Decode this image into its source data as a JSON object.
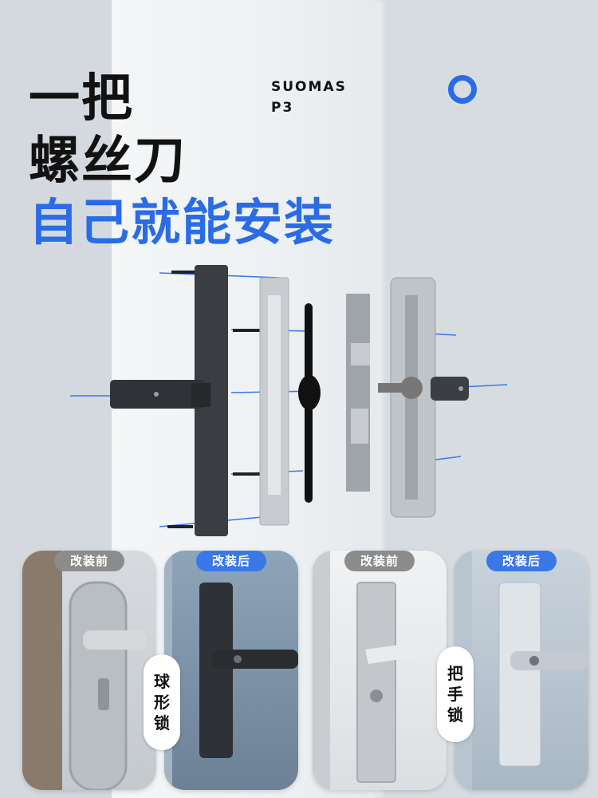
{
  "headline": {
    "line1": "一把",
    "line2": "螺丝刀",
    "line3": "自己就能安装"
  },
  "brand": {
    "name": "SUOMAS",
    "model": "P3"
  },
  "comparison": [
    {
      "tag": "改装前",
      "type": "before"
    },
    {
      "tag": "改装后",
      "type": "after",
      "label_chars": [
        "球",
        "形",
        "锁"
      ]
    },
    {
      "tag": "改装前",
      "type": "before"
    },
    {
      "tag": "改装后",
      "type": "after",
      "label_chars": [
        "把",
        "手",
        "锁"
      ]
    }
  ],
  "colors": {
    "accent": "#2a6be6",
    "text": "#121212",
    "tag_before": "#8c8c8c",
    "tag_after": "#3b78e7"
  }
}
